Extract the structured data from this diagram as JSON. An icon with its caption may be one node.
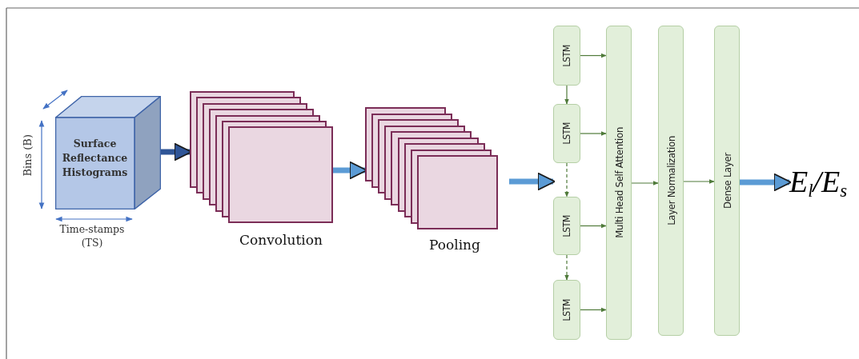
{
  "diagram": {
    "nodes": [
      {
        "text": [
          "Surface Reflectance Histograms"
        ]
      },
      {
        "text": [],
        "shape": "box",
        "beside": [
          "Convolution"
        ]
      },
      {
        "text": [],
        "shape": "box",
        "beside": [
          "Pooling"
        ]
      },
      {
        "text": [
          "LSTM"
        ]
      },
      {
        "text": [
          "LSTM"
        ]
      },
      {
        "text": [
          "LSTM"
        ]
      },
      {
        "text": [
          "LSTM"
        ]
      },
      {
        "text": [
          "Multi Head Self Attention"
        ]
      },
      {
        "text": [
          "Layer Normalization"
        ]
      },
      {
        "text": [
          "Dense Layer"
        ]
      },
      {
        "text": [
          "E$_{l}$/E$_{s}$"
        ]
      }
    ],
    "edges": [
      {
        "from": 0,
        "to": 1,
        "arrow": "to",
        "style": "thick",
        "color": "#2f5597"
      },
      {
        "from": 1,
        "to": 2,
        "arrow": "to",
        "style": "thick",
        "color": "#5b9bd5"
      },
      {
        "from": 2,
        "to": 5,
        "arrow": "to",
        "style": "thick",
        "color": "#5b9bd5"
      },
      {
        "from": 3,
        "to": 4,
        "arrow": "to"
      },
      {
        "from": 4,
        "to": 5,
        "arrow": "to",
        "style": "dashed"
      },
      {
        "from": 5,
        "to": 6,
        "arrow": "to",
        "style": "dashed"
      },
      {
        "from": 3,
        "to": 7,
        "arrow": "to"
      },
      {
        "from": 4,
        "to": 7,
        "arrow": "to"
      },
      {
        "from": 5,
        "to": 7,
        "arrow": "to"
      },
      {
        "from": 6,
        "to": 7,
        "arrow": "to"
      },
      {
        "from": 7,
        "to": 8,
        "arrow": "to"
      },
      {
        "from": 8,
        "to": 9,
        "arrow": "to"
      },
      {
        "from": 9,
        "to": 10,
        "arrow": "to",
        "style": "thick",
        "color": "#5b9bd5"
      }
    ],
    "labels": [
      "Bins (B)",
      "Time-stamps (TS)"
    ]
  }
}
